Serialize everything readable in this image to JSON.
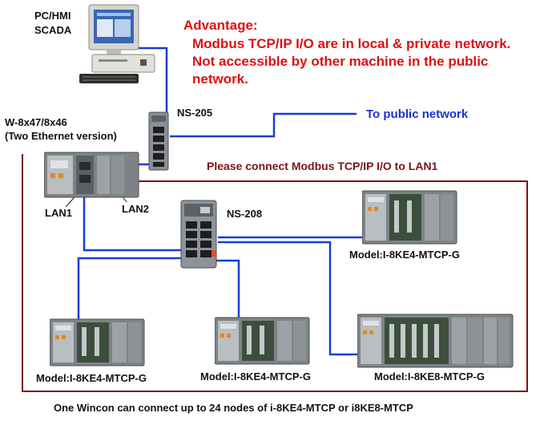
{
  "pc": {
    "label_line1": "PC/HMI",
    "label_line2": "SCADA"
  },
  "advantage": {
    "title": "Advantage:",
    "line1": "Modbus TCP/IP I/O are in local & private network.",
    "line2": "Not accessible by other machine in the public",
    "line3": "network."
  },
  "wincon": {
    "label_line1": "W-8x47/8x46",
    "label_line2": "(Two Ethernet version)"
  },
  "switch_top": {
    "label": "NS-205"
  },
  "public_network": {
    "label": "To public network"
  },
  "connect_note": {
    "label": "Please connect Modbus TCP/IP I/O to LAN1"
  },
  "ports": {
    "lan1": "LAN1",
    "lan2": "LAN2"
  },
  "switch_mid": {
    "label": "NS-208"
  },
  "modules": [
    {
      "label": "Model:I-8KE4-MTCP-G"
    },
    {
      "label": "Model:I-8KE4-MTCP-G"
    },
    {
      "label": "Model:I-8KE4-MTCP-G"
    },
    {
      "label": "Model:I-8KE8-MTCP-G"
    }
  ],
  "footer": {
    "text": "One Wincon can connect up to 24 nodes of i-8KE4-MTCP or i8KE8-MTCP"
  },
  "colors": {
    "cable": "#1a3cd6",
    "boundary": "#7a1414",
    "advantage_text": "#dd1111",
    "public_text": "#1a33cc"
  }
}
